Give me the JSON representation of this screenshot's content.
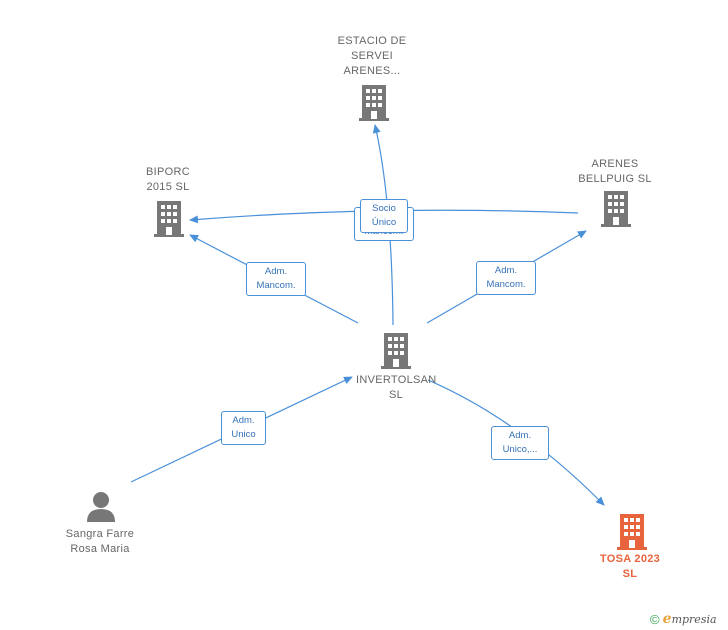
{
  "nodes": {
    "estacio": {
      "label": "ESTACIO DE SERVEI ARENES..."
    },
    "biporc": {
      "label": "BIPORC 2015  SL"
    },
    "arenes": {
      "label": "ARENES BELLPUIG SL"
    },
    "invertolsan": {
      "label": "INVERTOLSAN SL"
    },
    "tosa": {
      "label": "TOSA 2023 SL"
    },
    "sangra": {
      "label": "Sangra Farre Rosa Maria"
    }
  },
  "edges": {
    "socio_unico": "Socio Único",
    "adm_mancom_back": "Mancom.",
    "adm_mancom_left": "Adm. Mancom.",
    "adm_mancom_right": "Adm. Mancom.",
    "adm_unico_person": "Adm. Unico",
    "adm_unico_tosa": "Adm. Unico,..."
  },
  "colors": {
    "edge": "#4a90d9",
    "building": "#777777",
    "focus_building": "#e8643c",
    "person": "#777777"
  },
  "footer": {
    "copyright": "©",
    "brand_initial": "e",
    "brand_rest": "mpresia"
  }
}
